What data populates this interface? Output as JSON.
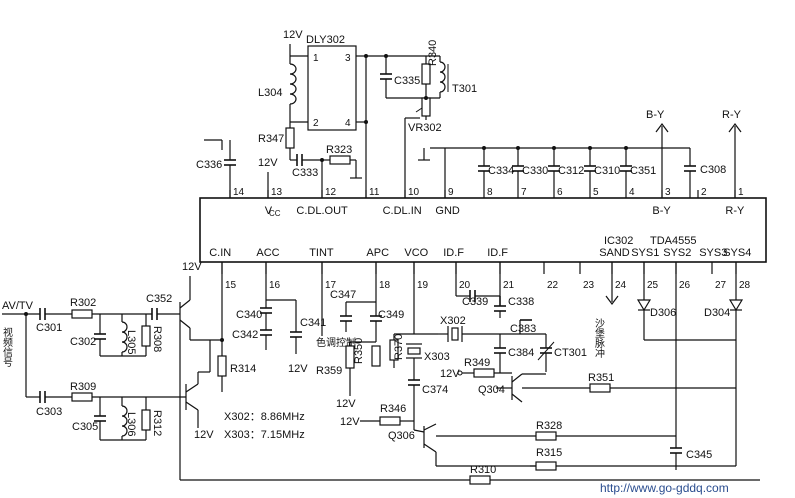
{
  "ic": {
    "ref": "IC302",
    "part": "TDA4555",
    "top_pins": [
      {
        "num": "14",
        "label": ""
      },
      {
        "num": "13",
        "label": "V"
      },
      {
        "num": "12",
        "label": "C.DL.OUT"
      },
      {
        "num": "11",
        "label": ""
      },
      {
        "num": "10",
        "label": "C.DL.IN"
      },
      {
        "num": "9",
        "label": "GND"
      },
      {
        "num": "8",
        "label": ""
      },
      {
        "num": "7",
        "label": ""
      },
      {
        "num": "6",
        "label": ""
      },
      {
        "num": "5",
        "label": ""
      },
      {
        "num": "4",
        "label": ""
      },
      {
        "num": "3",
        "label": "B-Y"
      },
      {
        "num": "2",
        "label": ""
      },
      {
        "num": "1",
        "label": "R-Y"
      }
    ],
    "vcc_sub": "CC",
    "bottom_pins": [
      {
        "num": "15",
        "label": "C.IN"
      },
      {
        "num": "16",
        "label": "ACC"
      },
      {
        "num": "17",
        "label": "TINT"
      },
      {
        "num": "18",
        "label": "APC"
      },
      {
        "num": "19",
        "label": "VCO"
      },
      {
        "num": "20",
        "label": "ID.F"
      },
      {
        "num": "21",
        "label": "ID.F"
      },
      {
        "num": "22",
        "label": ""
      },
      {
        "num": "23",
        "label": ""
      },
      {
        "num": "24",
        "label": "SAND"
      },
      {
        "num": "25",
        "label": "SYS1"
      },
      {
        "num": "26",
        "label": "SYS2"
      },
      {
        "num": "27",
        "label": "SYS3"
      },
      {
        "num": "28",
        "label": "SYS4"
      }
    ]
  },
  "outputs": {
    "b_y": "B-Y",
    "r_y": "R-Y"
  },
  "supply": "12V",
  "input": {
    "label": "AV/TV",
    "side_label": "视频信号"
  },
  "notes": {
    "tint_control": "色调控制",
    "sandcastle": "沙堡脉冲"
  },
  "crystal_notes": [
    "X302：8.86MHz",
    "X303：7.15MHz"
  ],
  "watermark": "http://www.go-gddq.com",
  "components": {
    "DLY302": "DLY302",
    "L304": "L304",
    "R347": "R347",
    "C333": "C333",
    "R323": "R323",
    "C335": "C335",
    "R340": "R340",
    "T301": "T301",
    "VR302": "VR302",
    "C336": "C336",
    "C334": "C334",
    "C330": "C330",
    "C312": "C312",
    "C310": "C310",
    "C351": "C351",
    "C308": "C308",
    "R302": "R302",
    "C301": "C301",
    "C302": "C302",
    "L305": "L305",
    "R308": "R308",
    "C352": "C352",
    "R309": "R309",
    "C303": "C303",
    "C305": "C305",
    "L306": "L306",
    "R312": "R312",
    "R314": "R314",
    "C340": "C340",
    "C342": "C342",
    "C341": "C341",
    "C347": "C347",
    "C349": "C349",
    "R359": "R359",
    "R350": "R350",
    "R370": "R370",
    "X303": "X303",
    "C374": "C374",
    "C339": "C339",
    "C338": "C338",
    "X302": "X302",
    "C383": "C383",
    "C384": "C384",
    "CT301": "CT301",
    "R349": "R349",
    "Q304": "Q304",
    "R351": "R351",
    "R346": "R346",
    "Q306": "Q306",
    "R328": "R328",
    "R315": "R315",
    "C345": "C345",
    "R310": "R310",
    "D306": "D306",
    "D304": "D304"
  },
  "pin_numbers": {
    "dly_1": "1",
    "dly_2": "2",
    "dly_3": "3",
    "dly_4": "4"
  }
}
